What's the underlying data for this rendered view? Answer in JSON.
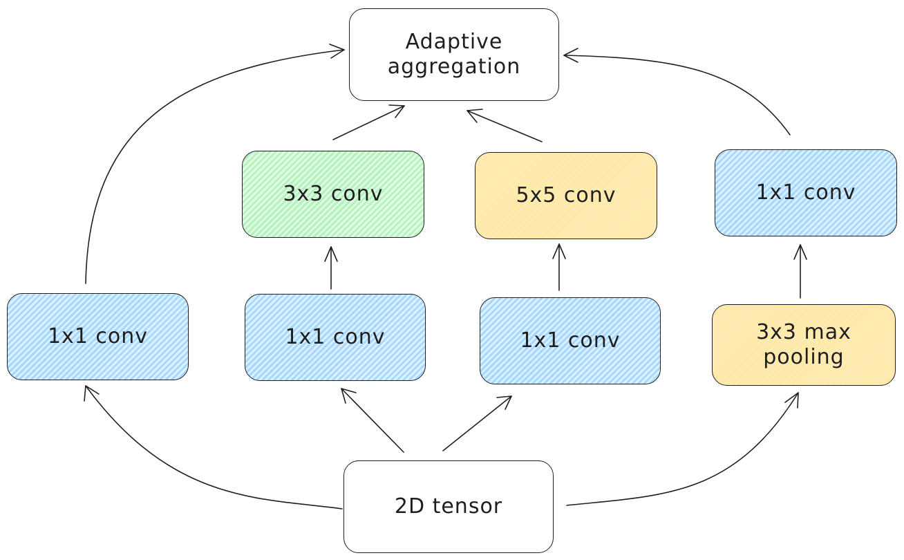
{
  "diagram": {
    "nodes": {
      "aggregation": "Adaptive\naggregation",
      "conv3x3": "3x3 conv",
      "conv5x5": "5x5 conv",
      "conv1x1_pool_branch": "1x1 conv",
      "conv1x1_left": "1x1 conv",
      "conv1x1_reduce_3x3": "1x1 conv",
      "conv1x1_reduce_5x5": "1x1 conv",
      "maxpool": "3x3 max\npooling",
      "input": "2D tensor"
    },
    "colors": {
      "blue": "#a5d8ff",
      "green": "#b2f2bb",
      "orange": "#ffec99",
      "stroke": "#1e1e1e"
    },
    "edges": [
      {
        "from": "input",
        "to": "conv1x1_left"
      },
      {
        "from": "input",
        "to": "conv1x1_reduce_3x3"
      },
      {
        "from": "input",
        "to": "conv1x1_reduce_5x5"
      },
      {
        "from": "input",
        "to": "maxpool"
      },
      {
        "from": "conv1x1_reduce_3x3",
        "to": "conv3x3"
      },
      {
        "from": "conv1x1_reduce_5x5",
        "to": "conv5x5"
      },
      {
        "from": "maxpool",
        "to": "conv1x1_pool_branch"
      },
      {
        "from": "conv1x1_left",
        "to": "aggregation"
      },
      {
        "from": "conv3x3",
        "to": "aggregation"
      },
      {
        "from": "conv5x5",
        "to": "aggregation"
      },
      {
        "from": "conv1x1_pool_branch",
        "to": "aggregation"
      }
    ]
  }
}
